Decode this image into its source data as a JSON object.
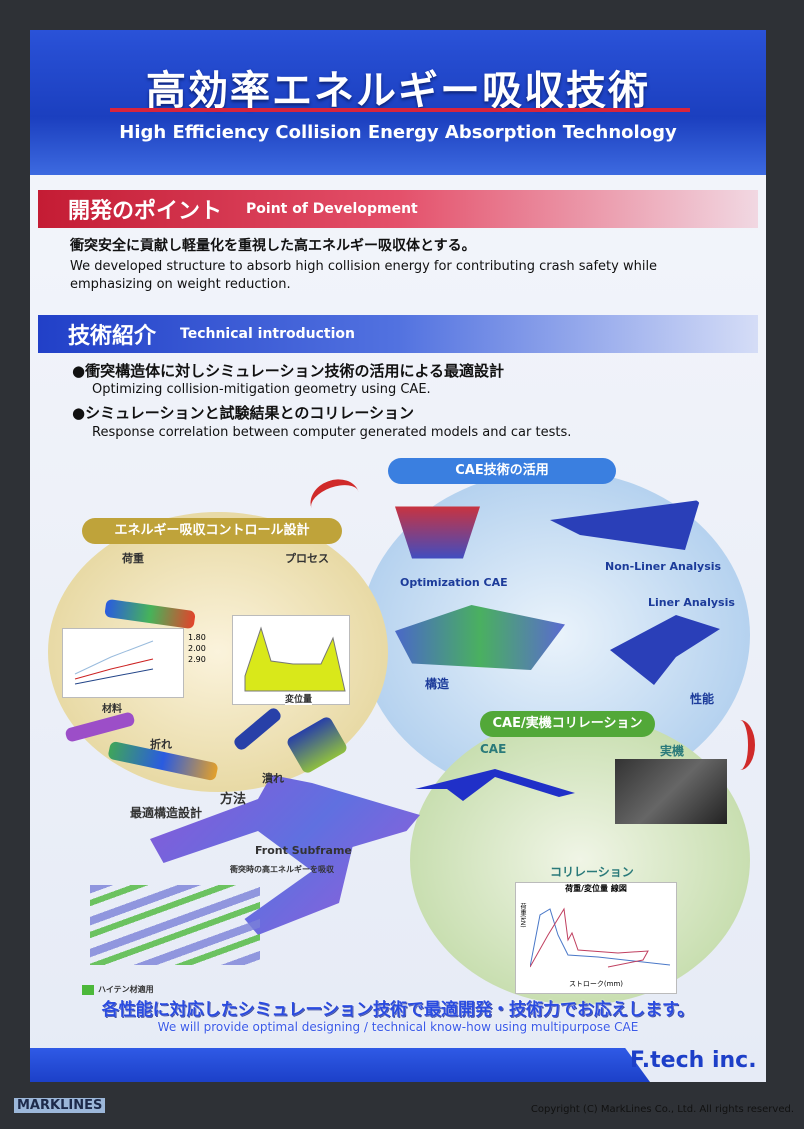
{
  "header": {
    "title": "高効率エネルギー吸収技術",
    "subtitle": "High Efficiency Collision Energy Absorption Technology"
  },
  "section1": {
    "title_ja": "開発のポイント",
    "title_en": "Point of Development",
    "text_ja": "衝突安全に貢献し軽量化を重視した高エネルギー吸収体とする。",
    "text_en": "We developed structure to absorb high collision energy for contributing crash safety while emphasizing on weight reduction."
  },
  "section2": {
    "title_ja": "技術紹介",
    "title_en": "Technical introduction",
    "bullets": [
      {
        "ja": "●衝突構造体に対しシミュレーション技術の活用による最適設計",
        "en": "Optimizing collision-mitigation geometry using CAE."
      },
      {
        "ja": "●シミュレーションと試験結果とのコリレーション",
        "en": "Response correlation between computer generated models and car tests."
      }
    ]
  },
  "energy_panel": {
    "title": "エネルギー吸収コントロール設計",
    "load": "荷重",
    "process": "プロセス",
    "material": "材料",
    "displacement": "変位量",
    "bend": "折れ",
    "crush": "潰れ",
    "method": "方法",
    "legend": [
      "1.80",
      "2.00",
      "2.90"
    ]
  },
  "cae_panel": {
    "title": "CAE技術の活用",
    "optimization": "Optimization CAE",
    "nonlinear": "Non-Liner Analysis",
    "linear": "Liner Analysis",
    "structure": "構造",
    "performance": "性能"
  },
  "correlation_panel": {
    "title": "CAE/実機コリレーション",
    "cae": "CAE",
    "real": "実機",
    "correlation": "コリレーション",
    "chart_title": "荷重/変位量 線図",
    "xlabel": "ストローク(mm)",
    "ylabel": "荷重(kN)"
  },
  "subframe": {
    "design": "最適構造設計",
    "name": "Front Subframe",
    "desc": "衝突時の高エネルギーを吸収",
    "legend": "ハイテン材適用"
  },
  "footer": {
    "text_ja": "各性能に対応したシミュレーション技術で最適開発・技術力でお応えします。",
    "text_en": "We will provide optimal designing / technical know-how using multipurpose CAE",
    "logo": "F.tech inc."
  },
  "watermark": {
    "brand": "MARKLINES",
    "copyright": "Copyright (C) MarkLines Co., Ltd. All rights reserved."
  }
}
